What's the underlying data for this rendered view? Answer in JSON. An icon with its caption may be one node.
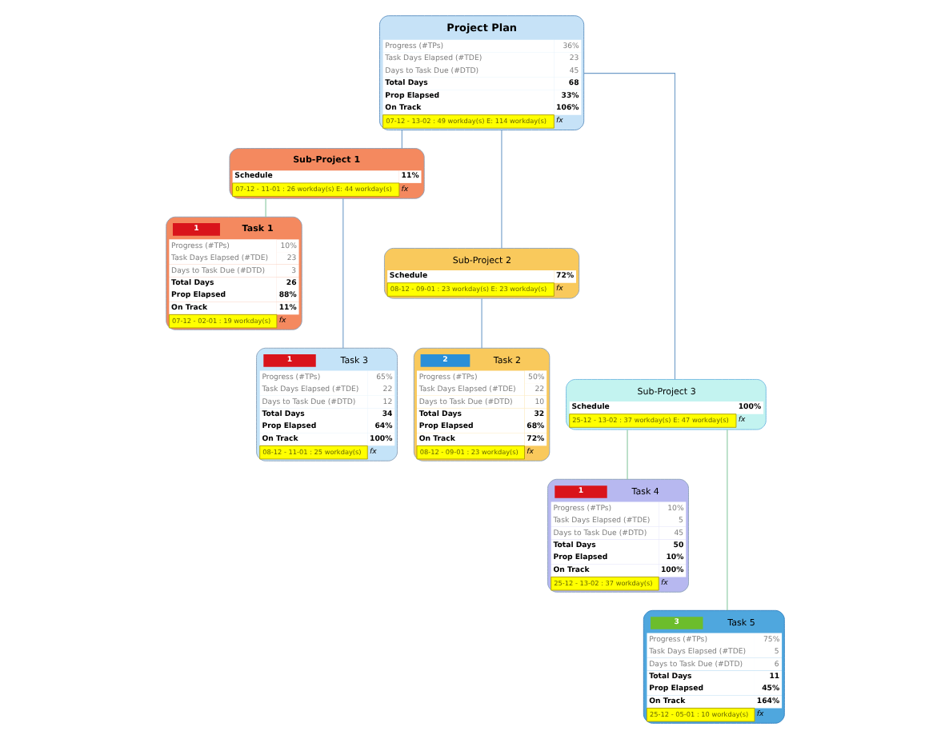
{
  "diagram": {
    "nodes": [
      {
        "text": [
          "Project Plan",
          "Progress (#TPs)",
          "36%",
          "Task Days Elapsed (#TDE)",
          "23",
          "Days to Task Due (#DTD)",
          "45",
          "Total Days",
          "68",
          "Prop Elapsed",
          "33%",
          "On Track",
          "106%",
          "07-12 - 13-02 : 49 workday(s) E: 114 workday(s)",
          "fx"
        ]
      },
      {
        "text": [
          "Sub-Project 1",
          "Schedule",
          "11%",
          "07-12 - 11-01 : 26 workday(s) E: 44 workday(s)",
          "fx"
        ]
      },
      {
        "text": [
          "Sub-Project 2",
          "Schedule",
          "72%",
          "08-12 - 09-01 : 23 workday(s) E: 23 workday(s)",
          "fx"
        ]
      },
      {
        "text": [
          "Sub-Project 3",
          "Schedule",
          "100%",
          "25-12 - 13-02 : 37 workday(s) E: 47 workday(s)",
          "fx"
        ]
      },
      {
        "text": [
          "1",
          "Task 1",
          "Progress (#TPs)",
          "10%",
          "Task Days Elapsed (#TDE)",
          "23",
          "Days to Task Due (#DTD)",
          "3",
          "Total Days",
          "26",
          "Prop Elapsed",
          "88%",
          "On Track",
          "11%",
          "07-12 - 02-01 : 19 workday(s)",
          "fx"
        ]
      },
      {
        "text": [
          "1",
          "Task 3",
          "Progress (#TPs)",
          "65%",
          "Task Days Elapsed (#TDE)",
          "22",
          "Days to Task Due (#DTD)",
          "12",
          "Total Days",
          "34",
          "Prop Elapsed",
          "64%",
          "On Track",
          "100%",
          "08-12 - 11-01 : 25 workday(s)",
          "fx"
        ]
      },
      {
        "text": [
          "2",
          "Task 2",
          "Progress (#TPs)",
          "50%",
          "Task Days Elapsed (#TDE)",
          "22",
          "Days to Task Due (#DTD)",
          "10",
          "Total Days",
          "32",
          "Prop Elapsed",
          "68%",
          "On Track",
          "72%",
          "08-12 - 09-01 : 23 workday(s)",
          "fx"
        ]
      },
      {
        "text": [
          "1",
          "Task 4",
          "Progress (#TPs)",
          "10%",
          "Task Days Elapsed (#TDE)",
          "5",
          "Days to Task Due (#DTD)",
          "45",
          "Total Days",
          "50",
          "Prop Elapsed",
          "10%",
          "On Track",
          "100%",
          "25-12 - 13-02 : 37 workday(s)",
          "fx"
        ]
      },
      {
        "text": [
          "3",
          "Task 5",
          "Progress (#TPs)",
          "75%",
          "Task Days Elapsed (#TDE)",
          "5",
          "Days to Task Due (#DTD)",
          "6",
          "Total Days",
          "11",
          "Prop Elapsed",
          "45%",
          "On Track",
          "164%",
          "25-12 - 05-01 : 10 workday(s)",
          "fx"
        ]
      }
    ],
    "edges": [
      {
        "from": 0,
        "to": 1,
        "arrow": "none"
      },
      {
        "from": 0,
        "to": 2,
        "arrow": "none"
      },
      {
        "from": 0,
        "to": 3,
        "arrow": "none"
      },
      {
        "from": 1,
        "to": 4,
        "arrow": "none",
        "color": "#88c8a0"
      },
      {
        "from": 1,
        "to": 5,
        "arrow": "none"
      },
      {
        "from": 2,
        "to": 6,
        "arrow": "none"
      },
      {
        "from": 3,
        "to": 7,
        "arrow": "none",
        "color": "#88c8a0"
      },
      {
        "from": 3,
        "to": 8,
        "arrow": "none",
        "color": "#88c8a0"
      }
    ]
  }
}
